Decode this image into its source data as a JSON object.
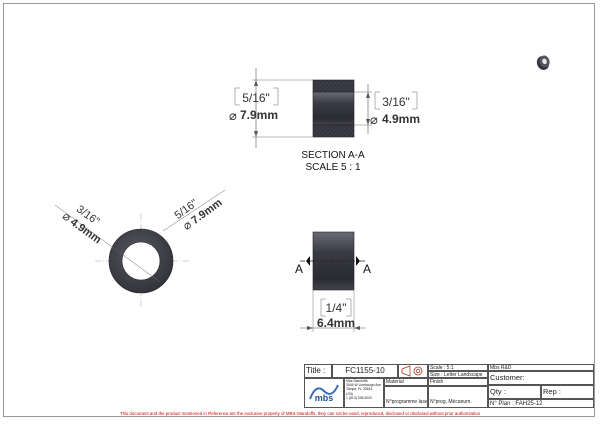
{
  "views": {
    "section": {
      "outer_label": "5/16\"",
      "outer_metric": "7.9mm",
      "inner_label": "3/16\"",
      "inner_metric": "4.9mm",
      "caption_line1": "SECTION A-A",
      "caption_line2": "SCALE 5 : 1"
    },
    "end_view": {
      "inner_label": "3/16\"",
      "inner_metric": "4.9mm",
      "outer_label": "5/16\"",
      "outer_metric": "7.9mm"
    },
    "side_view": {
      "cut_label_left": "A",
      "cut_label_right": "A",
      "length_label": "1/4\"",
      "length_metric": "6.4mm"
    },
    "diameter_symbol": "⌀"
  },
  "title_block": {
    "title_label": "Title :",
    "title_value": "FC1155-10",
    "scale": "Scale : 5:1",
    "size": "Size : Letter Landscape",
    "finish_label": "Finish",
    "material_label": "Material",
    "program_label": "N°programme laser",
    "prog_mecanum": "N°prog. Mécanum.",
    "company_name": "Mbs R&D",
    "customer_label": "Customer:",
    "qty_label": "Qty :",
    "rep_label": "Rep :",
    "plan_label": "N° Plan : FAH25-12",
    "logo_text": "mbs",
    "address_lines": [
      "Mbs Standoffs",
      "3046 W Linebaugh Ave",
      "Tampa, FL 33624",
      "USA",
      "1 (813) 938-6020"
    ]
  },
  "footer_notice": "This document and the product mentioned in Reference are the exclusive property of MBS-Standoffs, they can not be used, reproduced, disclosed or disclosed without prior authorization",
  "colors": {
    "part_dark": "#2e2e36",
    "part_mid": "#4a4a54",
    "dimension": "#555555",
    "footer_red": "#d00000"
  }
}
